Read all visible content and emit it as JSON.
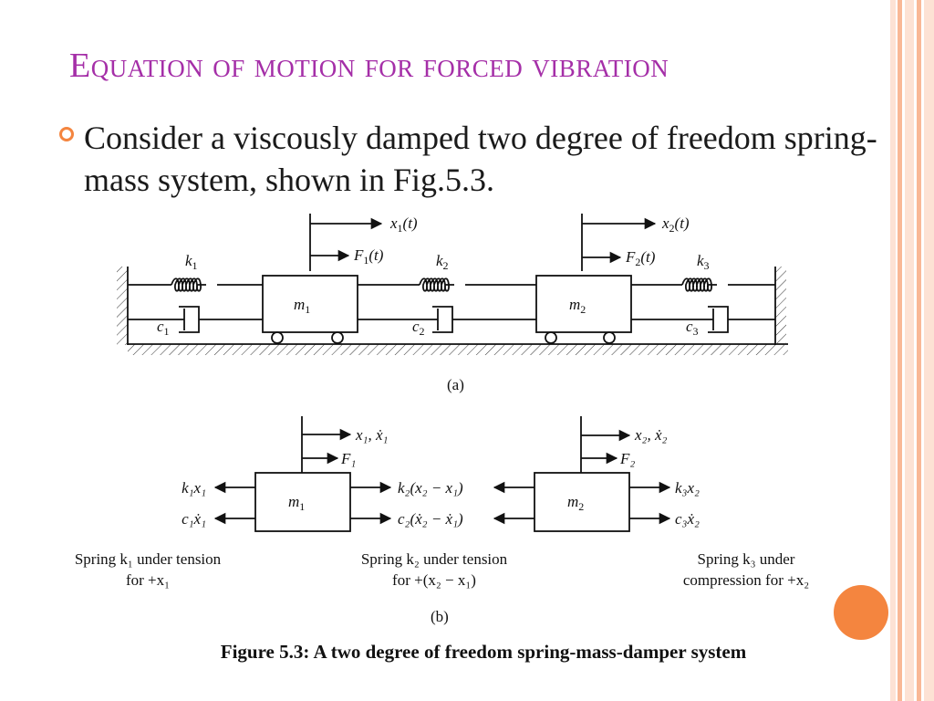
{
  "slide": {
    "title": "Equation of motion for forced vibration",
    "bullet": "Consider a viscously damped two degree of freedom spring-mass system, shown in Fig.5.3.",
    "caption": "Figure 5.3: A two degree of freedom spring-mass-damper system"
  },
  "colors": {
    "title": "#a52fa8",
    "accent_orange": "#f4853f",
    "stripe_light": "#fde2d4",
    "stripe_mid": "#f9b896"
  },
  "icons": {
    "bullet": "circle-bullet-icon",
    "decoration": "orange-circle"
  },
  "diagram_a": {
    "k1": "k",
    "k1_sub": "1",
    "k2": "k",
    "k2_sub": "2",
    "k3": "k",
    "k3_sub": "3",
    "c1": "c",
    "c1_sub": "1",
    "c2": "c",
    "c2_sub": "2",
    "c3": "c",
    "c3_sub": "3",
    "m1": "m",
    "m1_sub": "1",
    "m2": "m",
    "m2_sub": "2",
    "x1": "x",
    "x1_sub": "1",
    "x1_arg": "(t)",
    "F1": "F",
    "F1_sub": "1",
    "F1_arg": "(t)",
    "x2": "x",
    "x2_sub": "2",
    "x2_arg": "(t)",
    "F2": "F",
    "F2_sub": "2",
    "F2_arg": "(t)",
    "panel_label": "(a)"
  },
  "diagram_b": {
    "m1": "m",
    "m1_sub": "1",
    "m2": "m",
    "m2_sub": "2",
    "m1_top_label": "x₁, ẋ₁",
    "m1_force_label": "F₁",
    "m2_top_label": "x₂, ẋ₂",
    "m2_force_label": "F₂",
    "left_spring_force": "k₁x₁",
    "left_damper_force": "c₁ẋ₁",
    "mid_spring_force": "k₂(x₂ − x₁)",
    "mid_damper_force": "c₂(ẋ₂ − ẋ₁)",
    "right_spring_force": "k₃x₂",
    "right_damper_force": "c₃ẋ₂",
    "note_left_1": "Spring k₁ under tension",
    "note_left_2": "for +x₁",
    "note_mid_1": "Spring k₂ under tension",
    "note_mid_2": "for +(x₂ − x₁)",
    "note_right_1": "Spring k₃ under",
    "note_right_2": "compression for +x₂",
    "panel_label": "(b)"
  }
}
